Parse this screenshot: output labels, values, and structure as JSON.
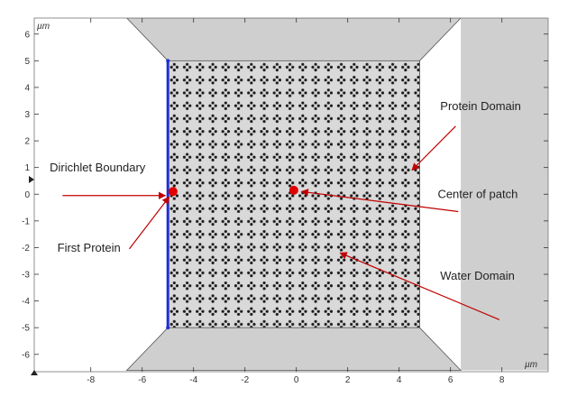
{
  "figure": {
    "unit": "µm",
    "colors": {
      "domain_fill": "#cfcfcf",
      "domain_edge": "#555555",
      "patch_dot": "#1a1a1a",
      "boundary": "#1f2fd0",
      "marker": "#e00000",
      "arrow": "#c00000",
      "axis": "#333333"
    },
    "x_axis": {
      "range": [
        -10.2,
        9.8
      ],
      "ticks": [
        -8,
        -6,
        -4,
        -2,
        0,
        2,
        4,
        6,
        8
      ]
    },
    "y_axis": {
      "range": [
        -6.65,
        6.6
      ],
      "ticks": [
        6,
        5,
        4,
        3,
        2,
        1,
        0,
        -1,
        -2,
        -3,
        -4,
        -5,
        -6
      ]
    },
    "shapes": {
      "protein_domain": [
        [
          -6.6,
          6.6
        ],
        [
          6.4,
          6.6
        ],
        [
          4.8,
          5.0
        ],
        [
          4.8,
          -5.0
        ],
        [
          6.4,
          -6.6
        ],
        [
          -6.6,
          -6.6
        ],
        [
          -5.0,
          -5.0
        ],
        [
          -5.0,
          5.0
        ]
      ],
      "right_region": [
        [
          6.4,
          6.6
        ],
        [
          9.8,
          6.6
        ],
        [
          9.8,
          -6.6
        ],
        [
          6.4,
          -6.6
        ]
      ],
      "water_domain": {
        "x": [
          -5.0,
          4.8
        ],
        "y": [
          -5.0,
          5.0
        ]
      },
      "dirichlet_boundary": {
        "x": -5.0,
        "y": [
          -5.0,
          5.0
        ]
      },
      "pattern_spacing": 0.5
    },
    "markers": [
      {
        "name": "first-protein-marker",
        "x": -4.8,
        "y": 0.1
      },
      {
        "name": "center-of-patch-marker",
        "x": -0.1,
        "y": 0.15
      }
    ],
    "annotations": [
      {
        "name": "dirichlet-boundary-label",
        "text": "Dirichlet Boundary",
        "x": -9.6,
        "y": 0.85,
        "arrow": {
          "from": [
            -9.1,
            -0.05
          ],
          "to": [
            -5.1,
            -0.05
          ]
        }
      },
      {
        "name": "first-protein-label",
        "text": "First Protein",
        "x": -9.3,
        "y": -2.15,
        "arrow": {
          "from": [
            -6.5,
            -2.05
          ],
          "to": [
            -4.95,
            -0.1
          ]
        }
      },
      {
        "name": "protein-domain-label",
        "text": "Protein Domain",
        "x": 5.6,
        "y": 3.15,
        "arrow": {
          "from": [
            6.2,
            2.55
          ],
          "to": [
            4.5,
            0.9
          ]
        }
      },
      {
        "name": "center-of-patch-label",
        "text": "Center of patch",
        "x": 5.5,
        "y": -0.15,
        "arrow": {
          "from": [
            6.3,
            -0.65
          ],
          "to": [
            0.2,
            0.1
          ]
        }
      },
      {
        "name": "water-domain-label",
        "text": "Water Domain",
        "x": 5.6,
        "y": -3.2,
        "arrow": {
          "from": [
            7.9,
            -4.7
          ],
          "to": [
            1.7,
            -2.2
          ]
        }
      }
    ]
  }
}
